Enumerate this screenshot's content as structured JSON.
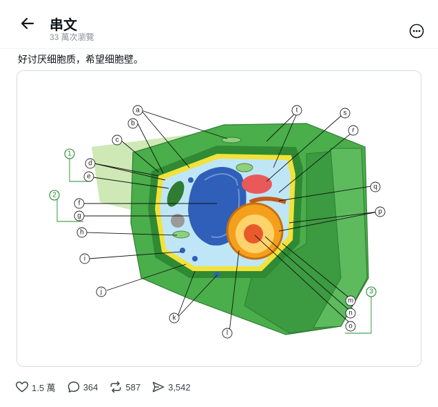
{
  "header": {
    "title": "串文",
    "views": "33 萬次瀏覽"
  },
  "post": {
    "text": "好讨厌细胞质，希望细胞壁。"
  },
  "diagram": {
    "letter_labels": [
      "a",
      "b",
      "c",
      "d",
      "e",
      "f",
      "g",
      "h",
      "i",
      "j",
      "k",
      "l",
      "m",
      "n",
      "o",
      "p",
      "q",
      "r",
      "s",
      "t"
    ],
    "group_labels": [
      "1",
      "2",
      "3"
    ]
  },
  "actions": {
    "likes": "1.5 萬",
    "comments": "364",
    "reposts": "587",
    "shares": "3,542"
  },
  "colors": {
    "cell_wall": "#3fa845",
    "cytoplasm": "#bfe6f7",
    "nucleus": "#2f5fb8",
    "membrane": "#f2e23a"
  }
}
